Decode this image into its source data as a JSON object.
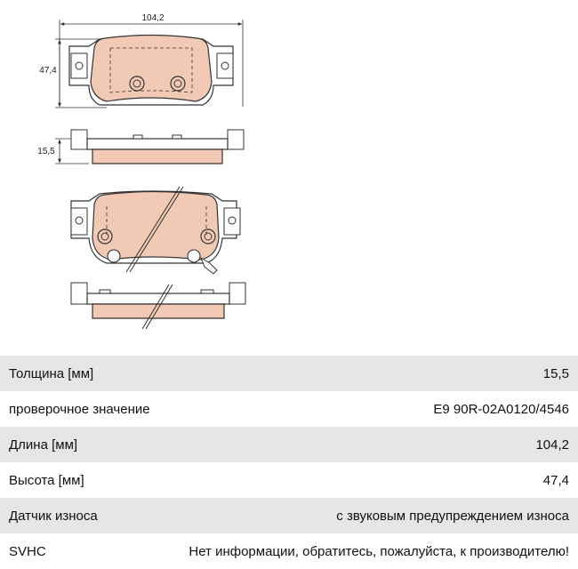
{
  "drawing": {
    "dimension_width": "104,2",
    "dimension_height": "47,4",
    "dimension_thickness": "15,5",
    "colors": {
      "pad_fill": "#f2c9b4",
      "line": "#333333"
    }
  },
  "specs": [
    {
      "label": "Толщина [мм]",
      "value": "15,5"
    },
    {
      "label": "проверочное значение",
      "value": "E9 90R-02A0120/4546"
    },
    {
      "label": "Длина [мм]",
      "value": "104,2"
    },
    {
      "label": "Высота [мм]",
      "value": "47,4"
    },
    {
      "label": "Датчик износа",
      "value": "с звуковым предупреждением износа"
    },
    {
      "label": "SVHC",
      "value": "Нет информации, обратитесь, пожалуйста, к производителю!"
    }
  ]
}
